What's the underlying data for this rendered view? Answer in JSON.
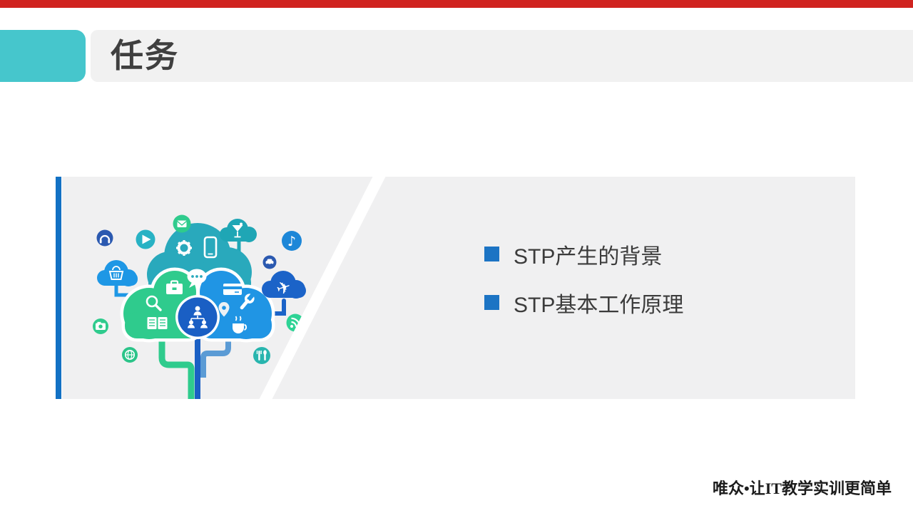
{
  "header": {
    "title": "任务"
  },
  "bullets": {
    "items": [
      {
        "label": "STP产生的背景"
      },
      {
        "label": "STP基本工作原理"
      }
    ]
  },
  "footer": {
    "text": "唯众•让IT教学实训更简单"
  },
  "colors": {
    "accent_red": "#D0231F",
    "tab_teal": "#46C6CC",
    "header_gray": "#F1F1F1",
    "panel_gray": "#F0F0F1",
    "accent_blue": "#1271C4",
    "bullet_blue": "#1C74C4",
    "cloud_teal": "#29A9BC",
    "cloud_green": "#2FCB8D",
    "cloud_blue": "#2095E4",
    "center_blue": "#1A5FC4",
    "branch_lightblue": "#5B9BD5"
  },
  "illustration": {
    "description": "cloud tree with app icons",
    "cloud_icons": [
      "gear-icon",
      "smartphone-icon",
      "chat-icon",
      "briefcase-icon",
      "search-icon",
      "book-icon",
      "credit-card-icon",
      "map-pin-icon",
      "wrench-icon",
      "coffee-icon",
      "network-people-icon"
    ],
    "satellite_icons": [
      "headphones-icon",
      "play-icon",
      "mail-icon",
      "cocktail-icon",
      "music-icon",
      "car-icon",
      "basket-icon",
      "airplane-icon",
      "camera-icon",
      "rss-icon",
      "globe-icon",
      "utensils-icon"
    ]
  }
}
